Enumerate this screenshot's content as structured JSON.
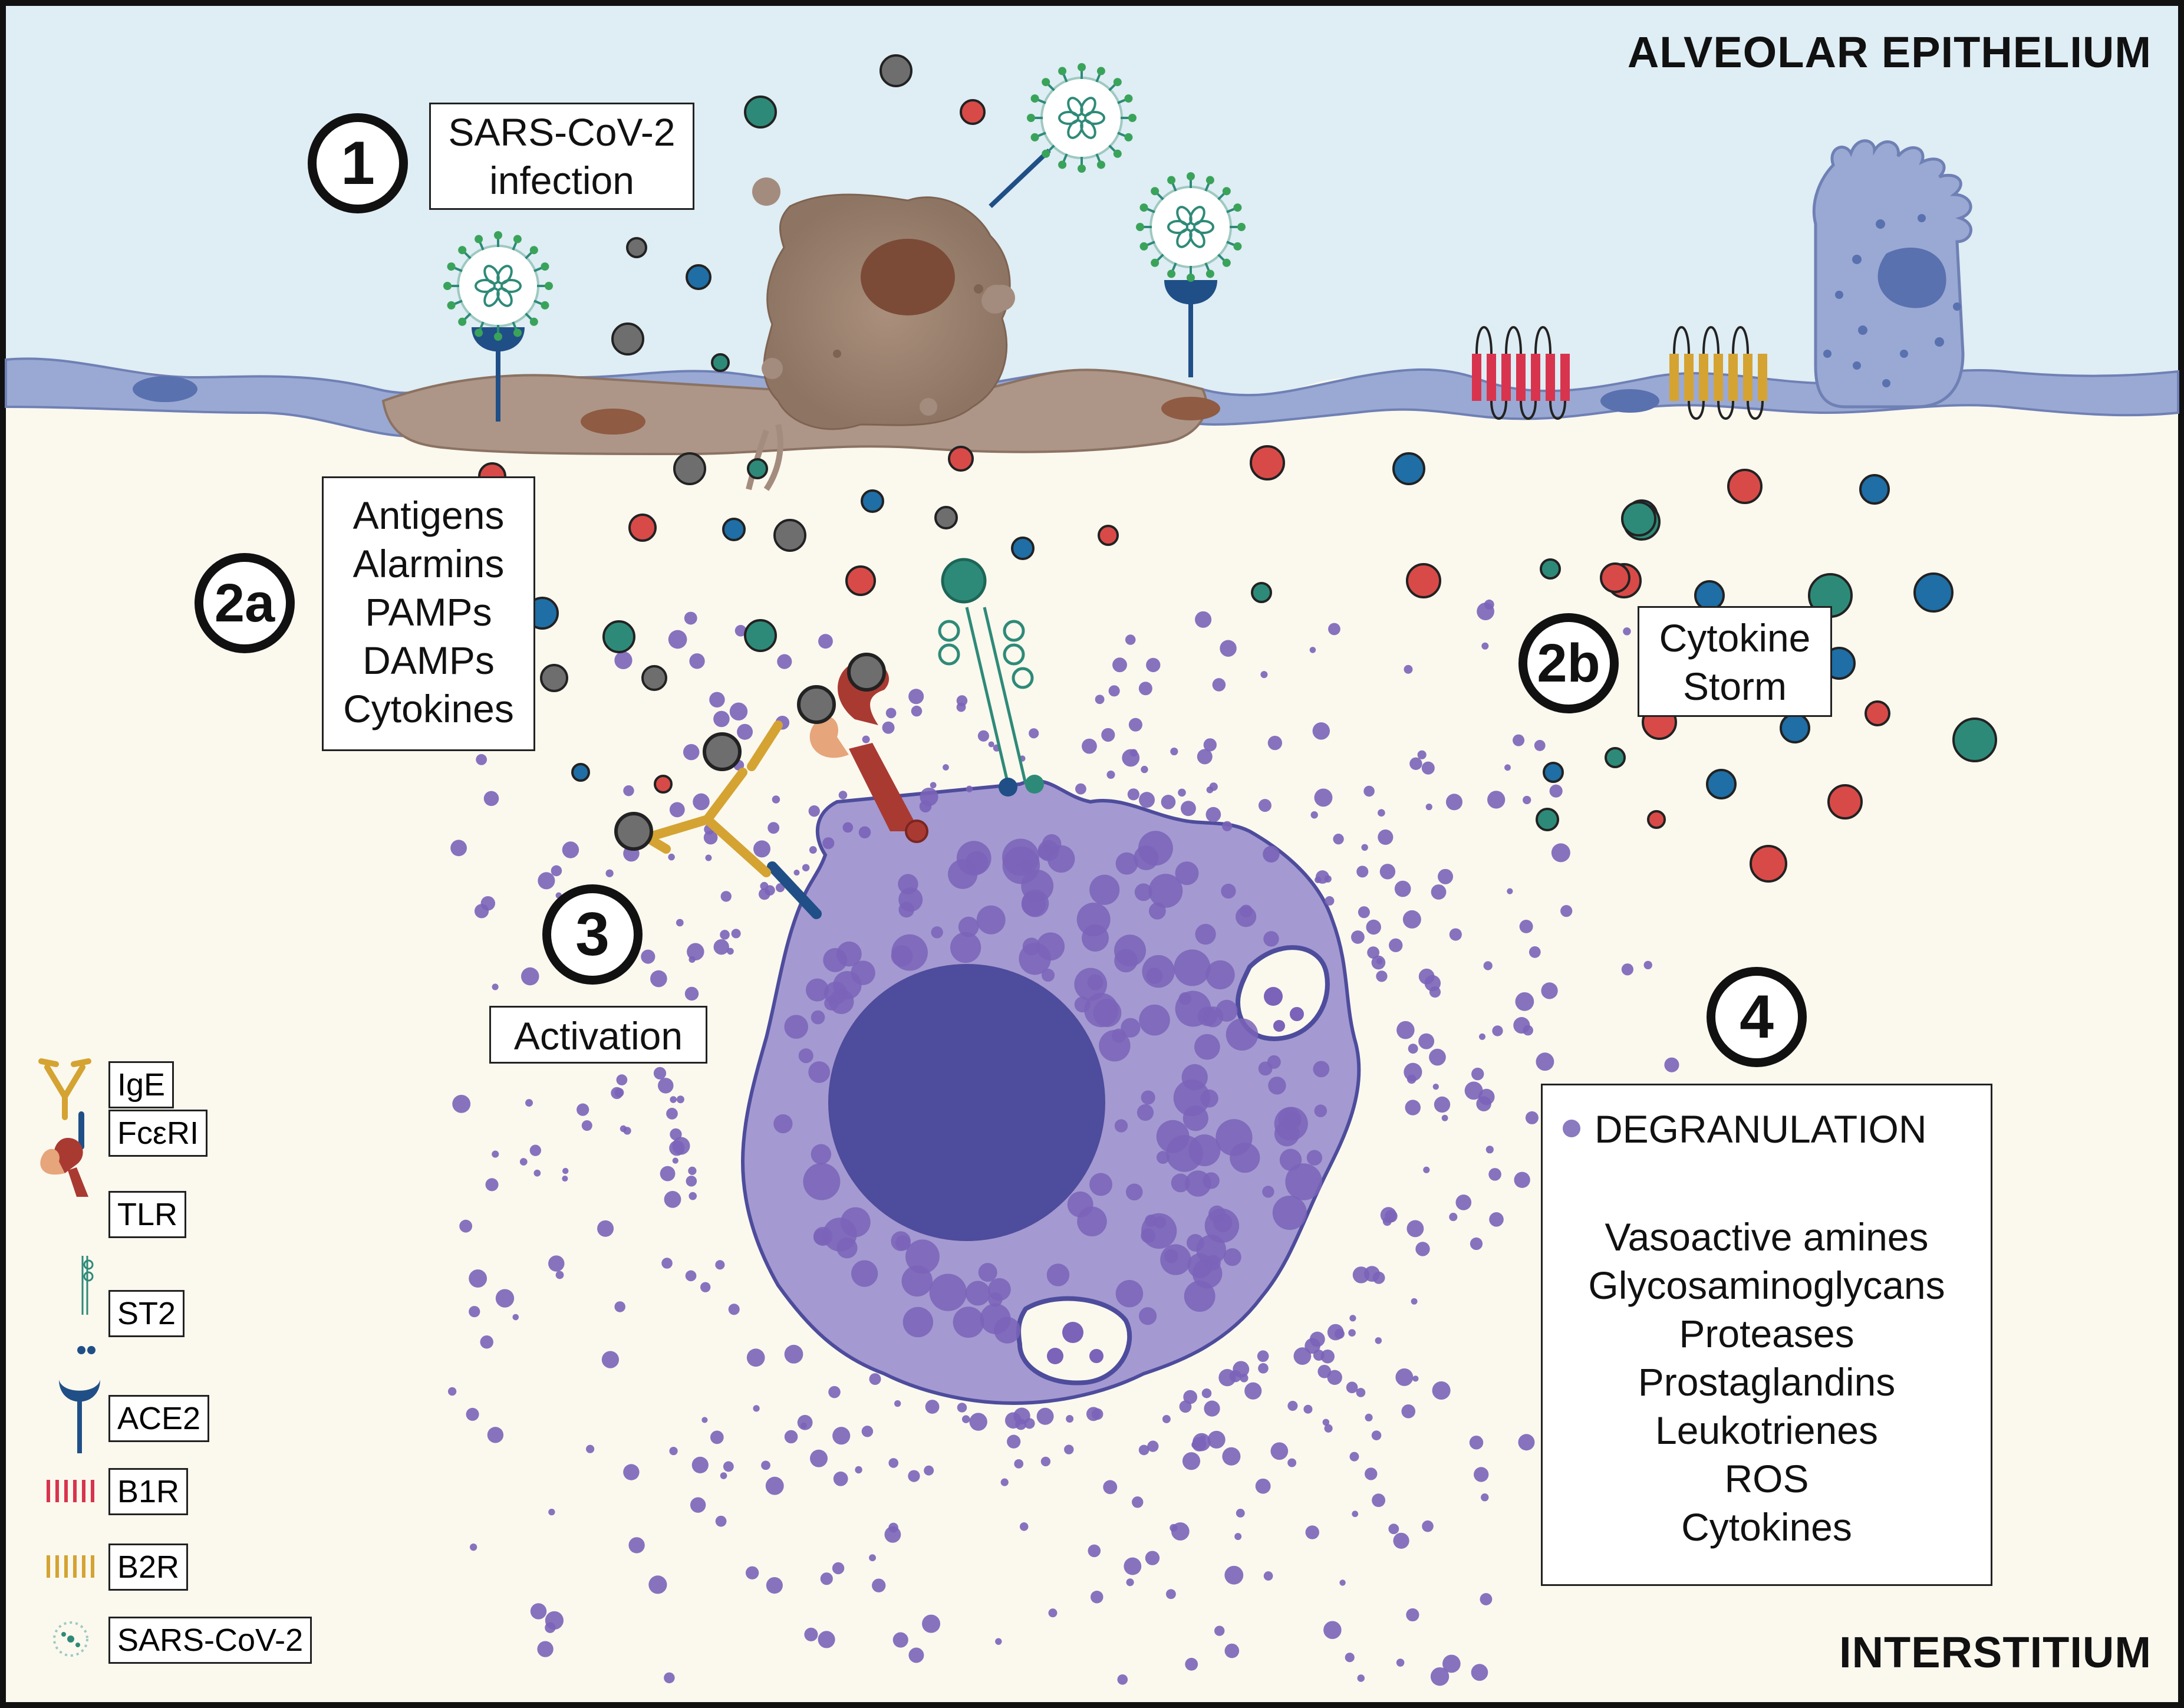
{
  "regions": {
    "top": "ALVEOLAR EPITHELIUM",
    "bottom": "INTERSTITIUM"
  },
  "steps": {
    "s1": {
      "num": "1",
      "label_lines": [
        "SARS-CoV-2",
        "infection"
      ]
    },
    "s2a": {
      "num": "2a",
      "items": [
        "Antigens",
        "Alarmins",
        "PAMPs",
        "DAMPs",
        "Cytokines"
      ]
    },
    "s2b": {
      "num": "2b",
      "label_lines": [
        "Cytokine",
        "Storm"
      ]
    },
    "s3": {
      "num": "3",
      "label": "Activation"
    },
    "s4": {
      "num": "4",
      "heading": "DEGRANULATION",
      "items": [
        "Vasoactive amines",
        "Glycosaminoglycans",
        "Proteases",
        "Prostaglandins",
        "Leukotrienes",
        "ROS",
        "Cytokines"
      ]
    }
  },
  "legend": [
    {
      "icon": "ige-antibody-icon",
      "label": "IgE"
    },
    {
      "icon": "fceri-receptor-icon",
      "label": "FcεRI"
    },
    {
      "icon": "tlr-receptor-icon",
      "label": "TLR"
    },
    {
      "icon": "st2-receptor-icon",
      "label": "ST2"
    },
    {
      "icon": "ace2-receptor-icon",
      "label": "ACE2"
    },
    {
      "icon": "b1r-receptor-icon",
      "label": "B1R"
    },
    {
      "icon": "b2r-receptor-icon",
      "label": "B2R"
    },
    {
      "icon": "sars-cov-2-virus-icon",
      "label": "SARS-CoV-2"
    }
  ],
  "colors": {
    "alveolar_space": "#dfedf4",
    "interstitium": "#fbf8ee",
    "epithelium": "#9aa9d3",
    "mast_cell": "#a499d1",
    "nucleus": "#4e4c9c",
    "granule": "#7a63b8",
    "ige": "#d39b2a",
    "ace2": "#1f4f86",
    "tlr": "#a93a32",
    "b1r": "#d8344e",
    "b2r": "#d4a332",
    "virus": "#2e8a78",
    "cytokine_red": "#d84a48",
    "cytokine_teal": "#2e8a78",
    "cytokine_blue": "#1f6ea5",
    "cytokine_gray": "#6e6e6e"
  }
}
